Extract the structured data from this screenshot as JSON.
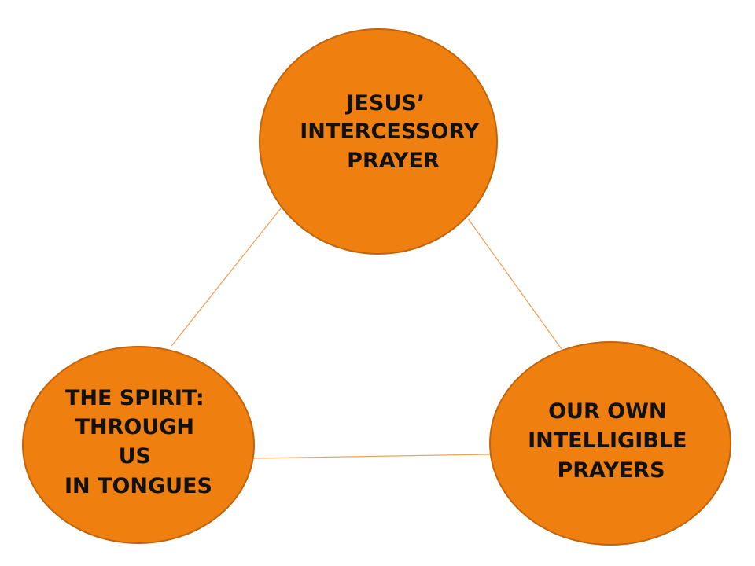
{
  "diagram": {
    "colors": {
      "node_fill": "#ef7f0f",
      "node_border": "#c0650b",
      "connector": "#f0a25a",
      "text": "#111111"
    },
    "nodes": {
      "top": {
        "lines": [
          "JESUS’",
          "INTERCESSORY",
          "PRAYER"
        ]
      },
      "left": {
        "lines": [
          "THE SPIRIT:",
          "THROUGH",
          "US",
          "IN TONGUES"
        ]
      },
      "right": {
        "lines": [
          "OUR OWN",
          "INTELLIGIBLE",
          "PRAYERS"
        ]
      }
    }
  }
}
